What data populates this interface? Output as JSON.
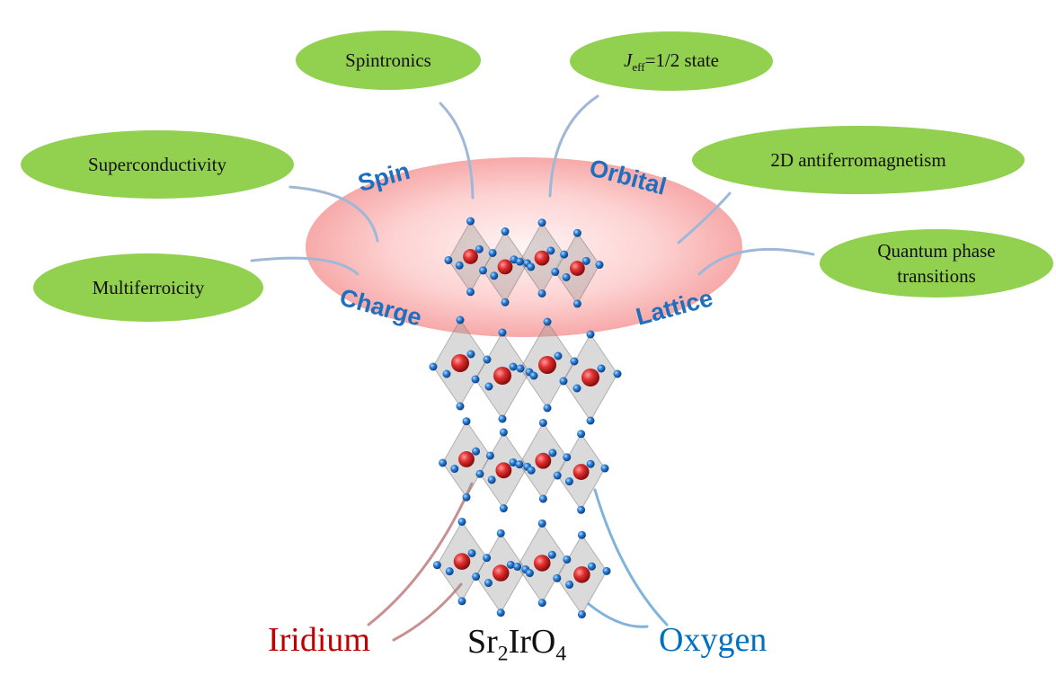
{
  "applications": [
    {
      "id": "spintronics",
      "label": "Spintronics"
    },
    {
      "id": "jeff",
      "label_main": "J",
      "label_sub": "eff",
      "label_rest": "=1/2 state"
    },
    {
      "id": "superconductivity",
      "label": "Superconductivity"
    },
    {
      "id": "antiferro",
      "label": "2D antiferromagnetism"
    },
    {
      "id": "quantum",
      "label": "Quantum phase transitions"
    },
    {
      "id": "multiferroicity",
      "label": "Multiferroicity"
    }
  ],
  "degrees_of_freedom": {
    "spin": "Spin",
    "orbital": "Orbital",
    "charge": "Charge",
    "lattice": "Lattice"
  },
  "legend": {
    "iridium": "Iridium",
    "oxygen": "Oxygen",
    "formula": {
      "a": "Sr",
      "a_sub": "2",
      "b": "IrO",
      "b_sub": "4"
    }
  },
  "colors": {
    "bubble": "#92d050",
    "halo": "#f8b4b4",
    "iridium": "#c00000",
    "oxygen": "#0070c0",
    "dof": "#1f6fbf"
  }
}
